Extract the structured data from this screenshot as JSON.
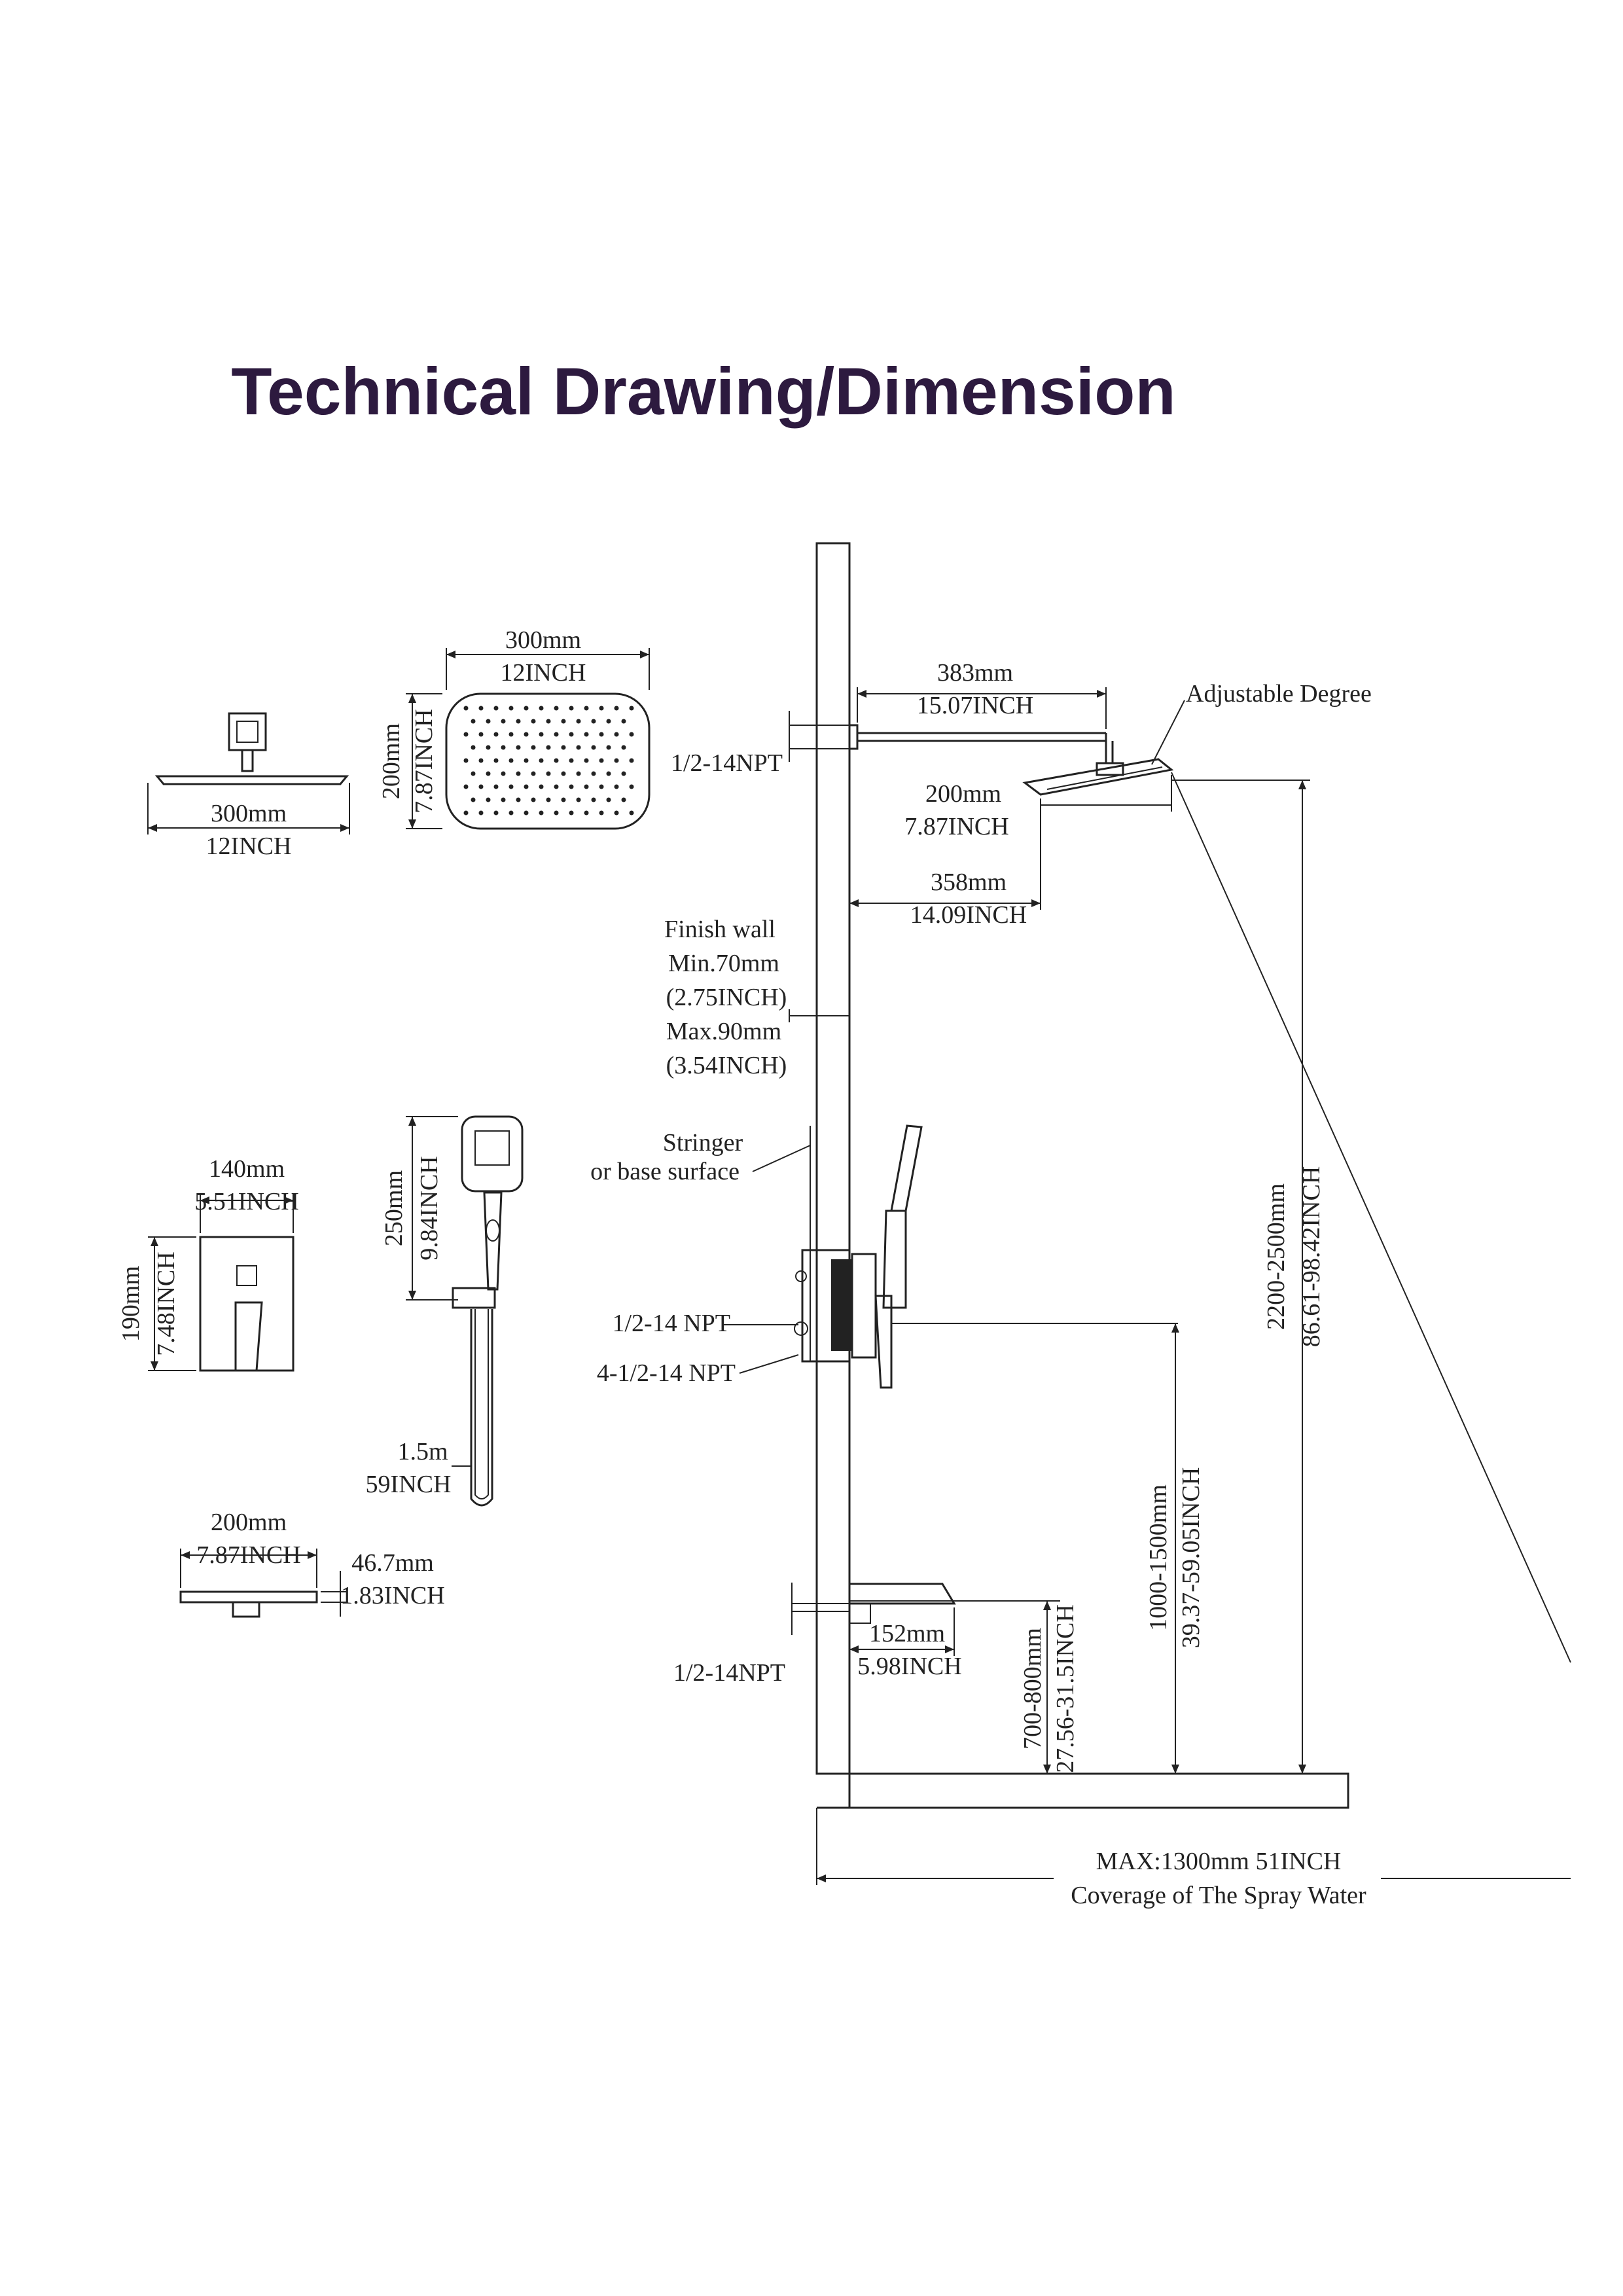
{
  "title": "Technical Drawing/Dimension",
  "labels": {
    "head_front_w_mm": "300mm",
    "head_front_w_in": "12INCH",
    "head_top_w_mm": "300mm",
    "head_top_w_in": "12INCH",
    "head_top_h_mm": "200mm",
    "head_top_h_in": "7.87INCH",
    "valve_w_mm": "140mm",
    "valve_w_in": "5.51INCH",
    "valve_h_mm": "190mm",
    "valve_h_in": "7.48INCH",
    "hand_h_mm": "250mm",
    "hand_h_in": "9.84INCH",
    "hose_m": "1.5m",
    "hose_in": "59INCH",
    "spout_w_mm": "200mm",
    "spout_w_in": "7.87INCH",
    "spout_h_mm": "46.7mm",
    "spout_h_in": "1.83INCH",
    "arm_mm": "383mm",
    "arm_in": "15.07INCH",
    "adjustable": "Adjustable Degree",
    "npt_top": "1/2-14NPT",
    "side_head_mm": "200mm",
    "side_head_in": "7.87INCH",
    "reach_mm": "358mm",
    "reach_in": "14.09INCH",
    "finish_wall": "Finish wall",
    "min": "Min.70mm",
    "min_in": "(2.75INCH)",
    "max": "Max.90mm",
    "max_in": "(3.54INCH)",
    "stringer": "Stringer",
    "base_surface": "or base surface",
    "npt_valve": "1/2-14 NPT",
    "npt_valve4": "4-1/2-14 NPT",
    "head_height_mm": "2200-2500mm",
    "head_height_in": "86.61-98.42INCH",
    "valve_height_mm": "1000-1500mm",
    "valve_height_in": "39.37-59.05INCH",
    "spout_height_mm": "700-800mm",
    "spout_height_in": "27.56-31.5INCH",
    "spout_reach_mm": "152mm",
    "spout_reach_in": "5.98INCH",
    "npt_spout": "1/2-14NPT",
    "coverage_max": "MAX:1300mm 51INCH",
    "coverage": "Coverage of The Spray Water"
  }
}
